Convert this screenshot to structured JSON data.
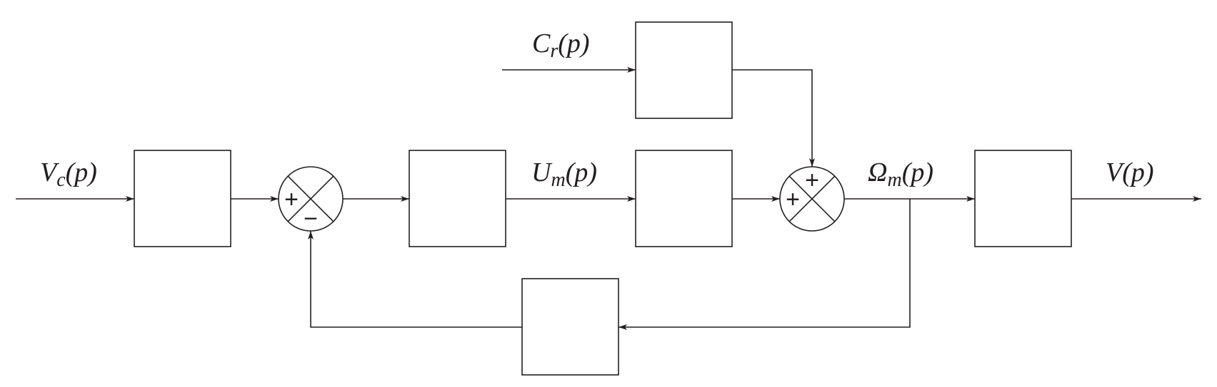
{
  "signals": {
    "vc": {
      "main": "V",
      "sub": "c",
      "arg": "(p)"
    },
    "cr": {
      "main": "C",
      "sub": "r",
      "arg": "(p)"
    },
    "um": {
      "main": "U",
      "sub": "m",
      "arg": "(p)"
    },
    "om": {
      "main": "Ω",
      "sub": "m",
      "arg": "(p)"
    },
    "v": {
      "main": "V",
      "arg": "(p)"
    }
  },
  "summers": {
    "first": {
      "left_sign": "+",
      "bottom_sign": "−"
    },
    "second": {
      "left_sign": "+",
      "top_sign": "+"
    }
  },
  "colors": {
    "stroke": "#231f20",
    "background": "#ffffff"
  }
}
